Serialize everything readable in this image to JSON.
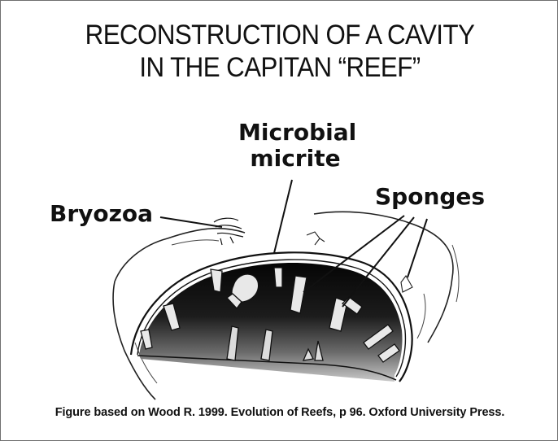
{
  "title": {
    "line1": "RECONSTRUCTION OF A CAVITY",
    "line2": "IN THE CAPITAN “REEF”"
  },
  "labels": {
    "microbial_line1": "Microbial",
    "microbial_line2": "micrite",
    "bryozoa": "Bryozoa",
    "sponges": "Sponges"
  },
  "caption": "Figure based on Wood R. 1999. Evolution of Reefs, p 96. Oxford University Press."
}
